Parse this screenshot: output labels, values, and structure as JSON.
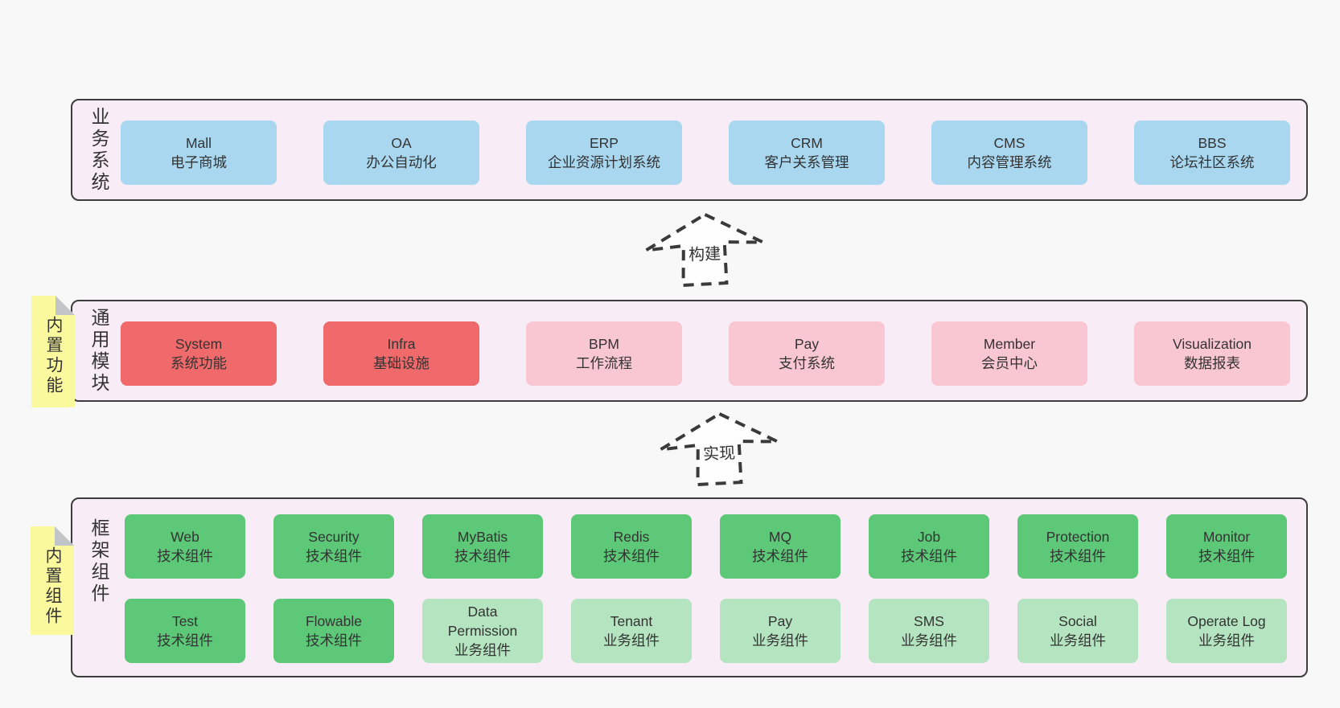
{
  "colors": {
    "page_background": "#f8f8f8",
    "layer_background": "#f8ecf6",
    "layer_border": "#3d3d3d",
    "blue_box": "#a9d7f0",
    "red_box": "#f0696b",
    "pink_box": "#f9c7d1",
    "green_dark_box": "#5dc878",
    "green_light_box": "#b5e4c0",
    "sticky_yellow": "#fbf99d",
    "text": "#333333"
  },
  "layers": [
    {
      "label": "业务系统",
      "items": [
        {
          "name": "Mall",
          "desc": "电子商城"
        },
        {
          "name": "OA",
          "desc": "办公自动化"
        },
        {
          "name": "ERP",
          "desc": "企业资源计划系统"
        },
        {
          "name": "CRM",
          "desc": "客户关系管理"
        },
        {
          "name": "CMS",
          "desc": "内容管理系统"
        },
        {
          "name": "BBS",
          "desc": "论坛社区系统"
        }
      ]
    },
    {
      "label": "通用模块",
      "sticky": "内置功能",
      "items": [
        {
          "name": "System",
          "desc": "系统功能",
          "variant": "red"
        },
        {
          "name": "Infra",
          "desc": "基础设施",
          "variant": "red"
        },
        {
          "name": "BPM",
          "desc": "工作流程",
          "variant": "pink"
        },
        {
          "name": "Pay",
          "desc": "支付系统",
          "variant": "pink"
        },
        {
          "name": "Member",
          "desc": "会员中心",
          "variant": "pink"
        },
        {
          "name": "Visualization",
          "desc": "数据报表",
          "variant": "pink"
        }
      ]
    },
    {
      "label": "框架组件",
      "sticky": "内置组件",
      "rows": [
        [
          {
            "name": "Web",
            "desc": "技术组件",
            "variant": "green-dark"
          },
          {
            "name": "Security",
            "desc": "技术组件",
            "variant": "green-dark"
          },
          {
            "name": "MyBatis",
            "desc": "技术组件",
            "variant": "green-dark"
          },
          {
            "name": "Redis",
            "desc": "技术组件",
            "variant": "green-dark"
          },
          {
            "name": "MQ",
            "desc": "技术组件",
            "variant": "green-dark"
          },
          {
            "name": "Job",
            "desc": "技术组件",
            "variant": "green-dark"
          },
          {
            "name": "Protection",
            "desc": "技术组件",
            "variant": "green-dark"
          },
          {
            "name": "Monitor",
            "desc": "技术组件",
            "variant": "green-dark"
          }
        ],
        [
          {
            "name": "Test",
            "desc": "技术组件",
            "variant": "green-dark"
          },
          {
            "name": "Flowable",
            "desc": "技术组件",
            "variant": "green-dark"
          },
          {
            "name": "Data Permission",
            "desc": "业务组件",
            "variant": "green-light"
          },
          {
            "name": "Tenant",
            "desc": "业务组件",
            "variant": "green-light"
          },
          {
            "name": "Pay",
            "desc": "业务组件",
            "variant": "green-light"
          },
          {
            "name": "SMS",
            "desc": "业务组件",
            "variant": "green-light"
          },
          {
            "name": "Social",
            "desc": "业务组件",
            "variant": "green-light"
          },
          {
            "name": "Operate Log",
            "desc": "业务组件",
            "variant": "green-light"
          }
        ]
      ]
    }
  ],
  "arrows": [
    {
      "label": "构建"
    },
    {
      "label": "实现"
    }
  ]
}
